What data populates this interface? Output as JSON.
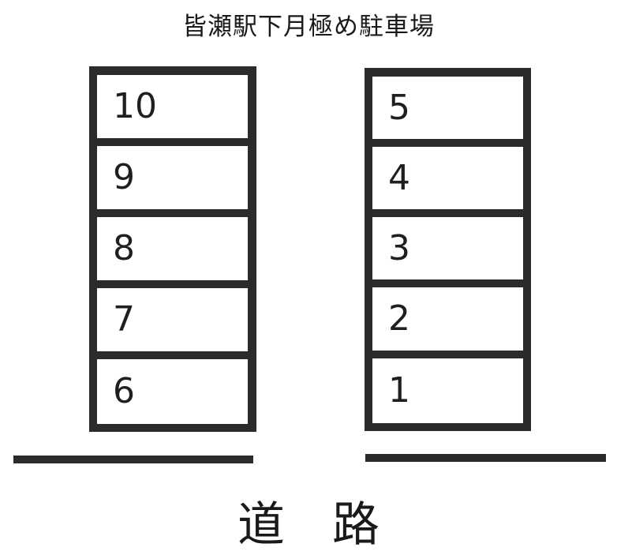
{
  "title": "皆瀬駅下月極め駐車場",
  "road_label": "道路",
  "left_stalls": [
    {
      "number": "10"
    },
    {
      "number": "9"
    },
    {
      "number": "8"
    },
    {
      "number": "7"
    },
    {
      "number": "6"
    }
  ],
  "right_stalls": [
    {
      "number": "5"
    },
    {
      "number": "4"
    },
    {
      "number": "3"
    },
    {
      "number": "2"
    },
    {
      "number": "1"
    }
  ],
  "colors": {
    "line": "#2b2b2b",
    "background": "#ffffff"
  }
}
